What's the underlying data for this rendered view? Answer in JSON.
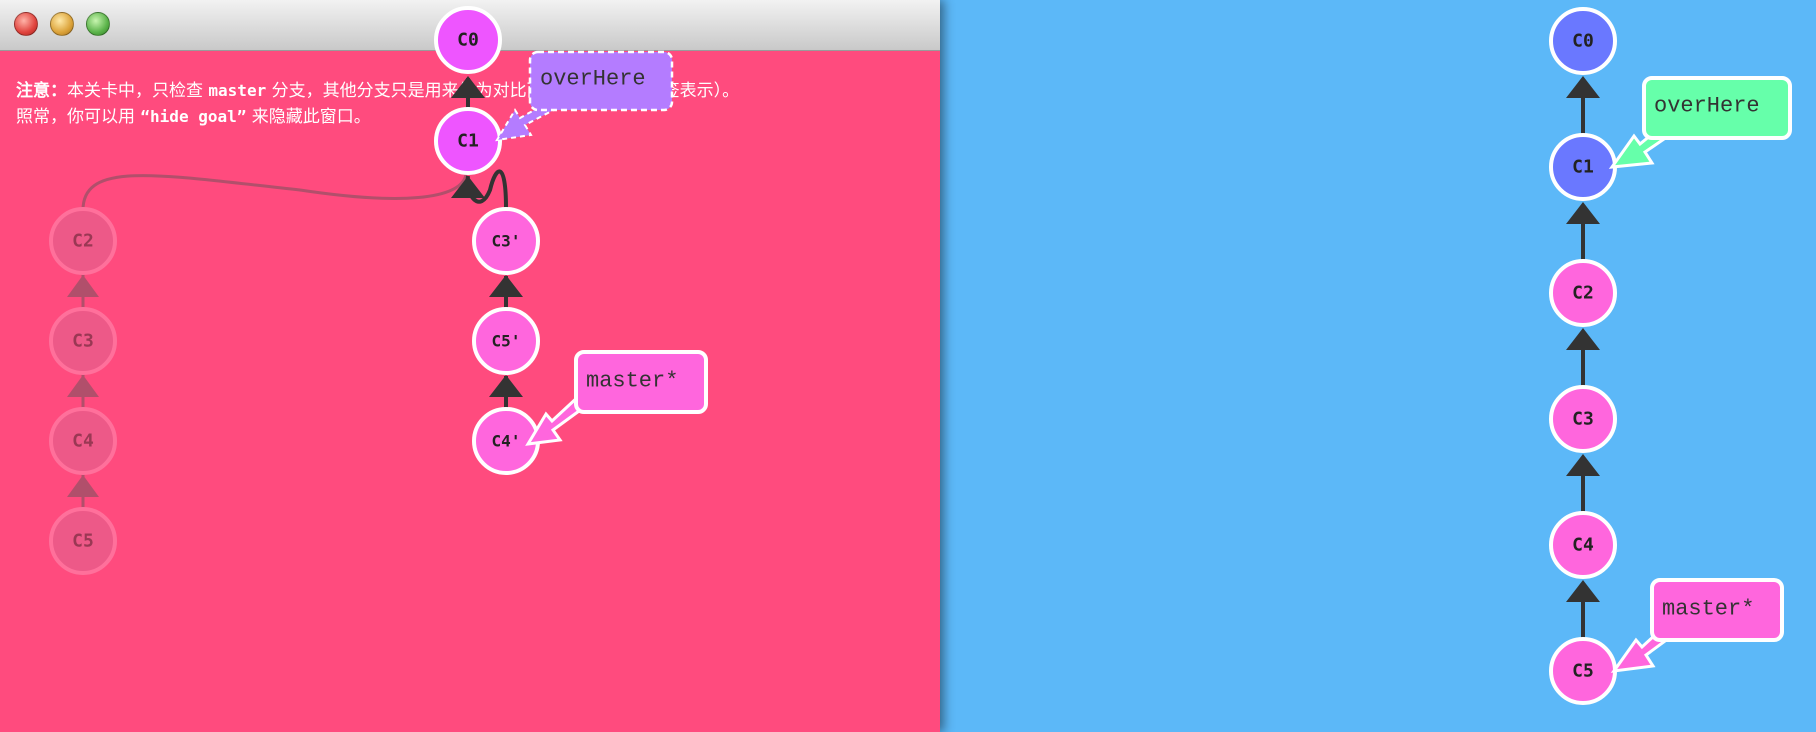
{
  "window": {
    "title": "目标展示",
    "title_visible": "示"
  },
  "notice": {
    "strong": "注意：",
    "line1_a": "本关卡中，只检查 ",
    "line1_code": "master",
    "line1_b": " 分支，其他分支只是用来做为对比而存在（以虚线标签表示）。",
    "line2_a": "照常，你可以用 ",
    "line2_code": "“hide goal”",
    "line2_b": " 来隐藏此窗口。"
  },
  "goal": {
    "nodes": [
      {
        "id": "C0",
        "label": "C0",
        "style": "solid"
      },
      {
        "id": "C1",
        "label": "C1",
        "style": "solid"
      },
      {
        "id": "C2",
        "label": "C2",
        "style": "faded"
      },
      {
        "id": "C3",
        "label": "C3",
        "style": "faded"
      },
      {
        "id": "C4",
        "label": "C4",
        "style": "faded"
      },
      {
        "id": "C5",
        "label": "C5",
        "style": "faded"
      },
      {
        "id": "C3p",
        "label": "C3'",
        "style": "solid"
      },
      {
        "id": "C5p",
        "label": "C5'",
        "style": "solid"
      },
      {
        "id": "C4p",
        "label": "C4'",
        "style": "solid"
      }
    ],
    "branches": [
      {
        "name": "overHere",
        "target": "C1",
        "style": "dashed"
      },
      {
        "name": "master*",
        "target": "C4p",
        "style": "solid"
      }
    ]
  },
  "current": {
    "nodes": [
      {
        "id": "C0",
        "label": "C0"
      },
      {
        "id": "C1",
        "label": "C1"
      },
      {
        "id": "C2",
        "label": "C2"
      },
      {
        "id": "C3",
        "label": "C3"
      },
      {
        "id": "C4",
        "label": "C4"
      },
      {
        "id": "C5",
        "label": "C5"
      }
    ],
    "branches": [
      {
        "name": "overHere",
        "target": "C1"
      },
      {
        "name": "master*",
        "target": "C5"
      }
    ]
  },
  "colors": {
    "goal_bg": "#ff4b7e",
    "stage_bg": "#5cb8f8",
    "commit_pink": "#ff66dd",
    "commit_blue": "#6a78ff",
    "commit_magenta": "#ee55ff",
    "faded_commit": "#d86a95",
    "tag_purple": "#b47cff",
    "tag_pink": "#ff66dd",
    "tag_green": "#66ffaa",
    "edge": "#333333"
  }
}
